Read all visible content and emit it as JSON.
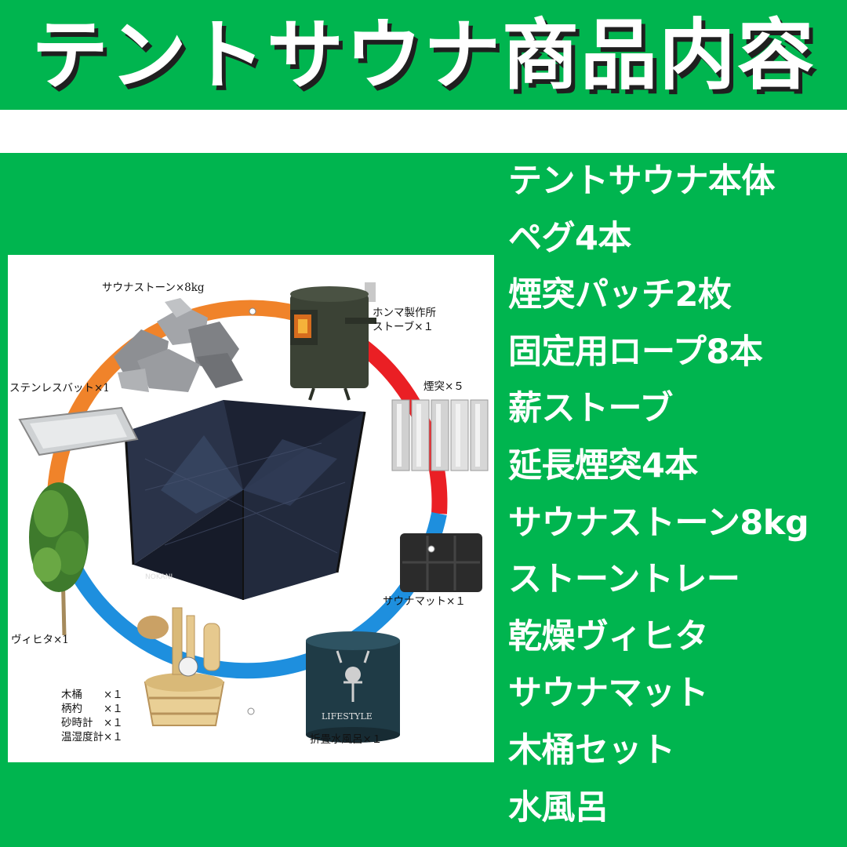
{
  "header": {
    "title": "テントサウナ商品内容"
  },
  "colors": {
    "green": "#00b54f",
    "white": "#ffffff",
    "orange": "#f0832a",
    "red": "#ea1f24",
    "blue": "#1e8fde"
  },
  "photo": {
    "brand_on_tent": "NOKANI",
    "tub_text": "LIFESTYLE",
    "labels": {
      "stones": "サウナストーン×8kg",
      "stove_line1": "ホンマ製作所",
      "stove_line2": "ストーブ×１",
      "chimney": "煙突×５",
      "tray": "ステンレスバット×1",
      "mat": "サウナマット×１",
      "vihta": "ヴィヒタ×1",
      "bucket_set": [
        "木桶　　×１",
        "柄杓　　×１",
        "砂時計　×１",
        "温湿度計×１"
      ],
      "tub": "折畳水風呂×１"
    },
    "icons": [
      "sauna-stones-icon",
      "wood-stove-icon",
      "chimney-pipes-icon",
      "steel-tray-icon",
      "tent-icon",
      "sauna-mat-icon",
      "vihta-icon",
      "bucket-set-icon",
      "folding-tub-icon"
    ]
  },
  "items": [
    "テントサウナ本体",
    "ペグ4本",
    "煙突パッチ2枚",
    "固定用ロープ8本",
    "薪ストーブ",
    "延長煙突4本",
    "サウナストーン8kg",
    "ストーントレー",
    "乾燥ヴィヒタ",
    "サウナマット",
    "木桶セット",
    "水風呂"
  ]
}
